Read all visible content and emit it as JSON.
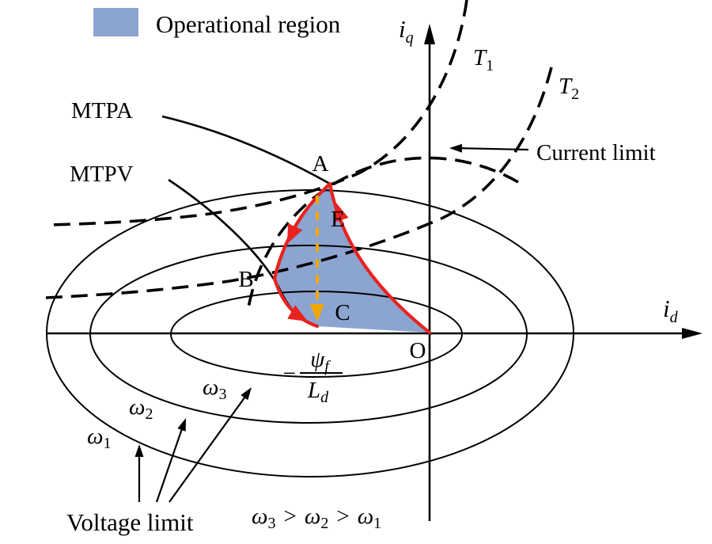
{
  "legend": {
    "label": "Operational region"
  },
  "colors": {
    "region": "#8CA4D0",
    "trajectory": "#E8231F",
    "drop_arrow": "#F0A800",
    "ink": "#000000"
  },
  "labels": {
    "mtpa": "MTPA",
    "mtpv": "MTPV",
    "current_limit": "Current limit",
    "voltage_limit": "Voltage limit"
  },
  "points": {
    "a": "A",
    "b": "B",
    "c": "C",
    "e": "E",
    "origin": "O"
  },
  "axes": {
    "x": {
      "main": "i",
      "sub": "d"
    },
    "y": {
      "main": "i",
      "sub": "q"
    }
  },
  "torque_curves": {
    "t1": {
      "main": "T",
      "sub": "1"
    },
    "t2": {
      "main": "T",
      "sub": "2"
    }
  },
  "speed_labels": {
    "w1": {
      "main": "ω",
      "sub": "1"
    },
    "w2": {
      "main": "ω",
      "sub": "2"
    },
    "w3": {
      "main": "ω",
      "sub": "3"
    }
  },
  "inequality": {
    "w3": "ω",
    "s3": "3",
    "gt1": ">",
    "w2": "ω",
    "s2": "2",
    "gt2": ">",
    "w1": "ω",
    "s1": "1"
  },
  "flux_fraction": {
    "minus": "−",
    "psi": "ψ",
    "psi_sub": "f",
    "den": "L",
    "den_sub": "d"
  }
}
